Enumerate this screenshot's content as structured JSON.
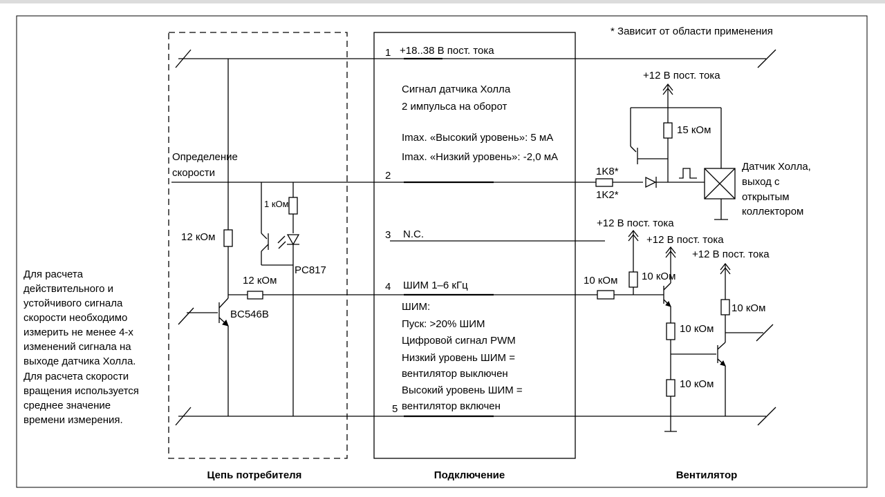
{
  "footnote": "* Зависит от области применения",
  "sections": {
    "consumer": "Цепь потребителя",
    "connection": "Подключение",
    "fan": "Вентилятор"
  },
  "side_note": [
    "Для расчета",
    "действительного и",
    "устойчивого сигнала",
    "скорости необходимо",
    "измерить не менее 4-х",
    "изменений сигнала на",
    "выходе датчика Холла.",
    "Для расчета скорости",
    "вращения используется",
    "среднее значение",
    "времени измерения."
  ],
  "pins": [
    {
      "num": "1",
      "label": "+18..38 В пост. тока"
    },
    {
      "num": "2",
      "label": ""
    },
    {
      "num": "3",
      "label": "N.C."
    },
    {
      "num": "4",
      "label": "ШИМ 1–6 кГц"
    },
    {
      "num": "5",
      "label": ""
    }
  ],
  "hall_info": [
    "Сигнал датчика Холла",
    "2 импульса на оборот",
    "",
    "Imax. «Высокий уровень»: 5 мА",
    "Imax. «Низкий уровень»: -2,0 мА"
  ],
  "pwm_info": [
    "ШИМ:",
    "Пуск: >20% ШИМ",
    "Цифровой сигнал PWM",
    "Низкий уровень ШИМ =",
    "вентилятор выключен",
    "Высокий уровень ШИМ =",
    "вентилятор включен"
  ],
  "consumer_labels": {
    "speed": [
      "Определение",
      "скорости"
    ],
    "r_1k": "1 кОм",
    "r_12k_vertical": "12 кОм",
    "r_12k_horizontal": "12 кОм",
    "transistor": "BC546B",
    "optocoupler": "PC817"
  },
  "fan_labels": {
    "v12_top": "+12 В пост. тока",
    "r_15k": "15 кОм",
    "r_1k8": "1K8*",
    "r_1k2": "1K2*",
    "hall_sensor": [
      "Датчик Холла,",
      "выход с",
      "открытым",
      "коллектором"
    ],
    "v12_a": "+12 В пост. тока",
    "v12_b": "+12 В пост. тока",
    "v12_c": "+12 В пост. тока",
    "r_10k_in": "10 кОм",
    "r_10k_pullup": "10 кОм",
    "r_10k_right": "10 кОм",
    "r_10k_mid": "10 кОм",
    "r_10k_low": "10 кОм"
  }
}
